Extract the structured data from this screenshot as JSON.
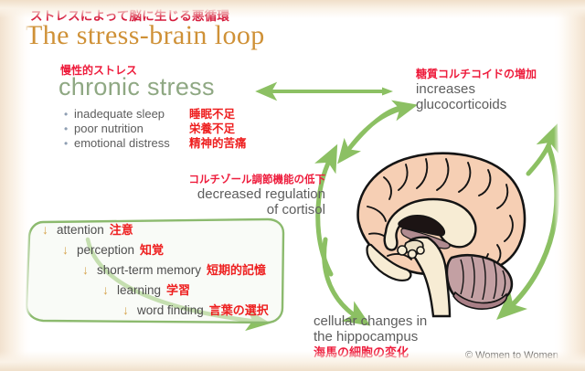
{
  "header": {
    "subtitle_jp": "ストレスによって脳に生じる悪循環",
    "title": "The stress-brain loop",
    "title_color": "#cf9137",
    "jp_color": "#ee1c3c"
  },
  "chronic_stress": {
    "label_jp": "慢性的ストレス",
    "label_en": "chronic stress",
    "label_color": "#8fa883",
    "items": [
      {
        "bullet": "bullet-dot",
        "en": "inadequate sleep",
        "jp": "睡眠不足"
      },
      {
        "bullet": "bullet-dot",
        "en": "poor nutrition",
        "jp": "栄養不足"
      },
      {
        "bullet": "bullet-dot",
        "en": "emotional distress",
        "jp": "精神的苦痛"
      }
    ]
  },
  "glucocorticoids": {
    "jp": "糖質コルチコイドの増加",
    "en_line1": "increases",
    "en_line2": "glucocorticoids"
  },
  "cortisol": {
    "jp": "コルチゾール調節機能の低下",
    "en_line1": "decreased regulation",
    "en_line2": "of cortisol"
  },
  "hippocampus": {
    "en_line1": "cellular changes in",
    "en_line2": "the hippocampus",
    "jp": "海馬の細胞の変化"
  },
  "deficits": {
    "arrow_glyph": "↓",
    "arrow_color": "#d6a44e",
    "box_color": "#8cba6e",
    "items": [
      {
        "arrow": "↓",
        "en": "attention",
        "jp": "注意",
        "indent": 0
      },
      {
        "arrow": "↓",
        "en": "perception",
        "jp": "知覚",
        "indent": 22
      },
      {
        "arrow": "↓",
        "en": "short-term memory",
        "jp": "短期的記憶",
        "indent": 44
      },
      {
        "arrow": "↓",
        "en": "learning",
        "jp": "学習",
        "indent": 66
      },
      {
        "arrow": "↓",
        "en": "word finding",
        "jp": "言葉の選択",
        "indent": 88
      }
    ]
  },
  "illustration": {
    "name": "sagittal-brain-cross-section",
    "cortex_color": "#f6cfb4",
    "callosum_color": "#f7ecd4",
    "cerebellum_color": "#c3a0a3",
    "outline_color": "#1a1a1a"
  },
  "arrows": {
    "color": "#8cc063",
    "names": [
      "arrow-glucocorticoids-to-stress",
      "arrow-stress-to-cortisol",
      "arrow-loop-left-up",
      "arrow-loop-left-down",
      "arrow-loop-top-right",
      "arrow-loop-right-down",
      "arrow-deficits-to-hippocampus"
    ]
  },
  "footer": {
    "copyright": "© Women to Women"
  }
}
